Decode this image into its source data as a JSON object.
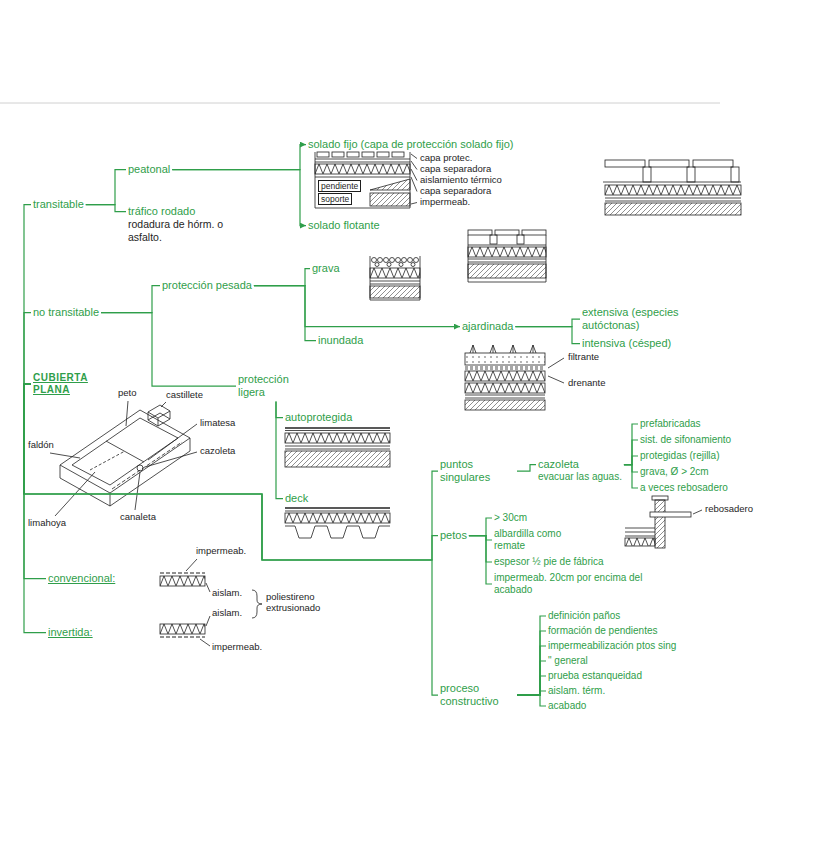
{
  "diagram": {
    "nodes": [
      {
        "text": [
          "CUBIERTA PLANA"
        ]
      },
      {
        "text": [
          "transitable"
        ]
      },
      {
        "text": [
          "peatonal"
        ]
      },
      {
        "text": [
          "tráfico rodado",
          "rodadura de hórm. o asfalto."
        ]
      },
      {
        "text": [
          "solado fijo (capa de protección solado fijo)"
        ]
      },
      {
        "text": [
          "solado flotante"
        ]
      },
      {
        "text": [
          "no transitable"
        ]
      },
      {
        "text": [
          "protección pesada"
        ]
      },
      {
        "text": [
          "grava"
        ]
      },
      {
        "text": [
          "inundada"
        ]
      },
      {
        "text": [
          "ajardinada"
        ]
      },
      {
        "text": [
          "extensiva (especies autóctonas)"
        ]
      },
      {
        "text": [
          "intensiva (césped)"
        ]
      },
      {
        "text": [
          "protección ligera"
        ]
      },
      {
        "text": [
          "autoprotegida"
        ]
      },
      {
        "text": [
          "deck"
        ]
      },
      {
        "text": [
          "convencional:"
        ]
      },
      {
        "text": [
          "invertida:"
        ]
      },
      {
        "text": [
          "puntos singulares"
        ]
      },
      {
        "text": [
          "cazoleta",
          "evacuar las aguas."
        ]
      },
      {
        "text": [
          "prefabricadas"
        ]
      },
      {
        "text": [
          "sist. de sifonamiento"
        ]
      },
      {
        "text": [
          "protegidas (rejilla)"
        ]
      },
      {
        "text": [
          "grava, Ø > 2cm"
        ]
      },
      {
        "text": [
          "a veces rebosadero"
        ]
      },
      {
        "text": [
          "petos"
        ]
      },
      {
        "text": [
          "> 30cm"
        ]
      },
      {
        "text": [
          "albardilla como remate"
        ]
      },
      {
        "text": [
          "espesor ½ pie de fábrica"
        ]
      },
      {
        "text": [
          "impermeab. 20cm por encima del acabado"
        ]
      },
      {
        "text": [
          "proceso constructivo"
        ]
      },
      {
        "text": [
          "definición paños"
        ]
      },
      {
        "text": [
          "formación de pendientes"
        ]
      },
      {
        "text": [
          "impermeabilización ptos sing"
        ]
      },
      {
        "text": [
          "\" general"
        ]
      },
      {
        "text": [
          "prueba estanqueidad"
        ]
      },
      {
        "text": [
          "aislam. térm."
        ]
      },
      {
        "text": [
          "acabado"
        ]
      },
      {
        "text": [
          "pendiente"
        ]
      },
      {
        "text": [
          "soporte"
        ]
      }
    ],
    "edges": [
      {
        "from": 0,
        "to": 1,
        "arrow": "none"
      },
      {
        "from": 0,
        "to": 6,
        "arrow": "none"
      },
      {
        "from": 0,
        "to": 16,
        "arrow": "none"
      },
      {
        "from": 0,
        "to": 17,
        "arrow": "none"
      },
      {
        "from": 1,
        "to": 2,
        "arrow": "none"
      },
      {
        "from": 1,
        "to": 3,
        "arrow": "none"
      },
      {
        "from": 2,
        "to": 4,
        "arrow": "to"
      },
      {
        "from": 2,
        "to": 5,
        "arrow": "to"
      },
      {
        "from": 6,
        "to": 7,
        "arrow": "none"
      },
      {
        "from": 6,
        "to": 13,
        "arrow": "none"
      },
      {
        "from": 7,
        "to": 8,
        "arrow": "none"
      },
      {
        "from": 7,
        "to": 9,
        "arrow": "none"
      },
      {
        "from": 7,
        "to": 10,
        "arrow": "to"
      },
      {
        "from": 10,
        "to": 11,
        "arrow": "none"
      },
      {
        "from": 10,
        "to": 12,
        "arrow": "none"
      },
      {
        "from": 13,
        "to": 14,
        "arrow": "none"
      },
      {
        "from": 13,
        "to": 15,
        "arrow": "none"
      },
      {
        "from": 0,
        "to": 18,
        "arrow": "none"
      },
      {
        "from": 0,
        "to": 25,
        "arrow": "none"
      },
      {
        "from": 0,
        "to": 30,
        "arrow": "none"
      },
      {
        "from": 18,
        "to": 19,
        "arrow": "none"
      },
      {
        "from": 19,
        "to": 20,
        "arrow": "none"
      },
      {
        "from": 19,
        "to": 21,
        "arrow": "none"
      },
      {
        "from": 19,
        "to": 22,
        "arrow": "none"
      },
      {
        "from": 19,
        "to": 23,
        "arrow": "none"
      },
      {
        "from": 19,
        "to": 24,
        "arrow": "none"
      },
      {
        "from": 25,
        "to": 26,
        "arrow": "none"
      },
      {
        "from": 25,
        "to": 27,
        "arrow": "none"
      },
      {
        "from": 25,
        "to": 28,
        "arrow": "none"
      },
      {
        "from": 25,
        "to": 29,
        "arrow": "none"
      },
      {
        "from": 30,
        "to": 31,
        "arrow": "none"
      },
      {
        "from": 30,
        "to": 32,
        "arrow": "none"
      },
      {
        "from": 30,
        "to": 33,
        "arrow": "none"
      },
      {
        "from": 30,
        "to": 34,
        "arrow": "none"
      },
      {
        "from": 30,
        "to": 35,
        "arrow": "none"
      },
      {
        "from": 30,
        "to": 36,
        "arrow": "none"
      },
      {
        "from": 30,
        "to": 37,
        "arrow": "none"
      }
    ],
    "labels": [
      "capa protec.",
      "capa separadora",
      "aislamiento térmico",
      "capa separadora",
      "impermeab.",
      "filtrante",
      "drenante",
      "peto",
      "castillete",
      "limatesa",
      "faldón",
      "cazoleta",
      "limahoya",
      "canaleta",
      "impermeab.",
      "aislam.",
      "aislam.",
      "impermeab.",
      "poliestireno extrusionado",
      "rebosadero"
    ]
  }
}
